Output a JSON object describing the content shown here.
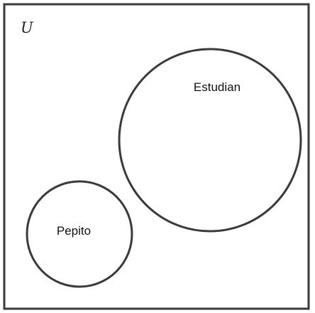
{
  "universe": {
    "label": "U"
  },
  "sets": {
    "big": {
      "label": "Estudian"
    },
    "small": {
      "label": "Pepito"
    }
  },
  "colors": {
    "stroke": "#3a3a3a",
    "background": "#ffffff",
    "text": "#111111"
  }
}
